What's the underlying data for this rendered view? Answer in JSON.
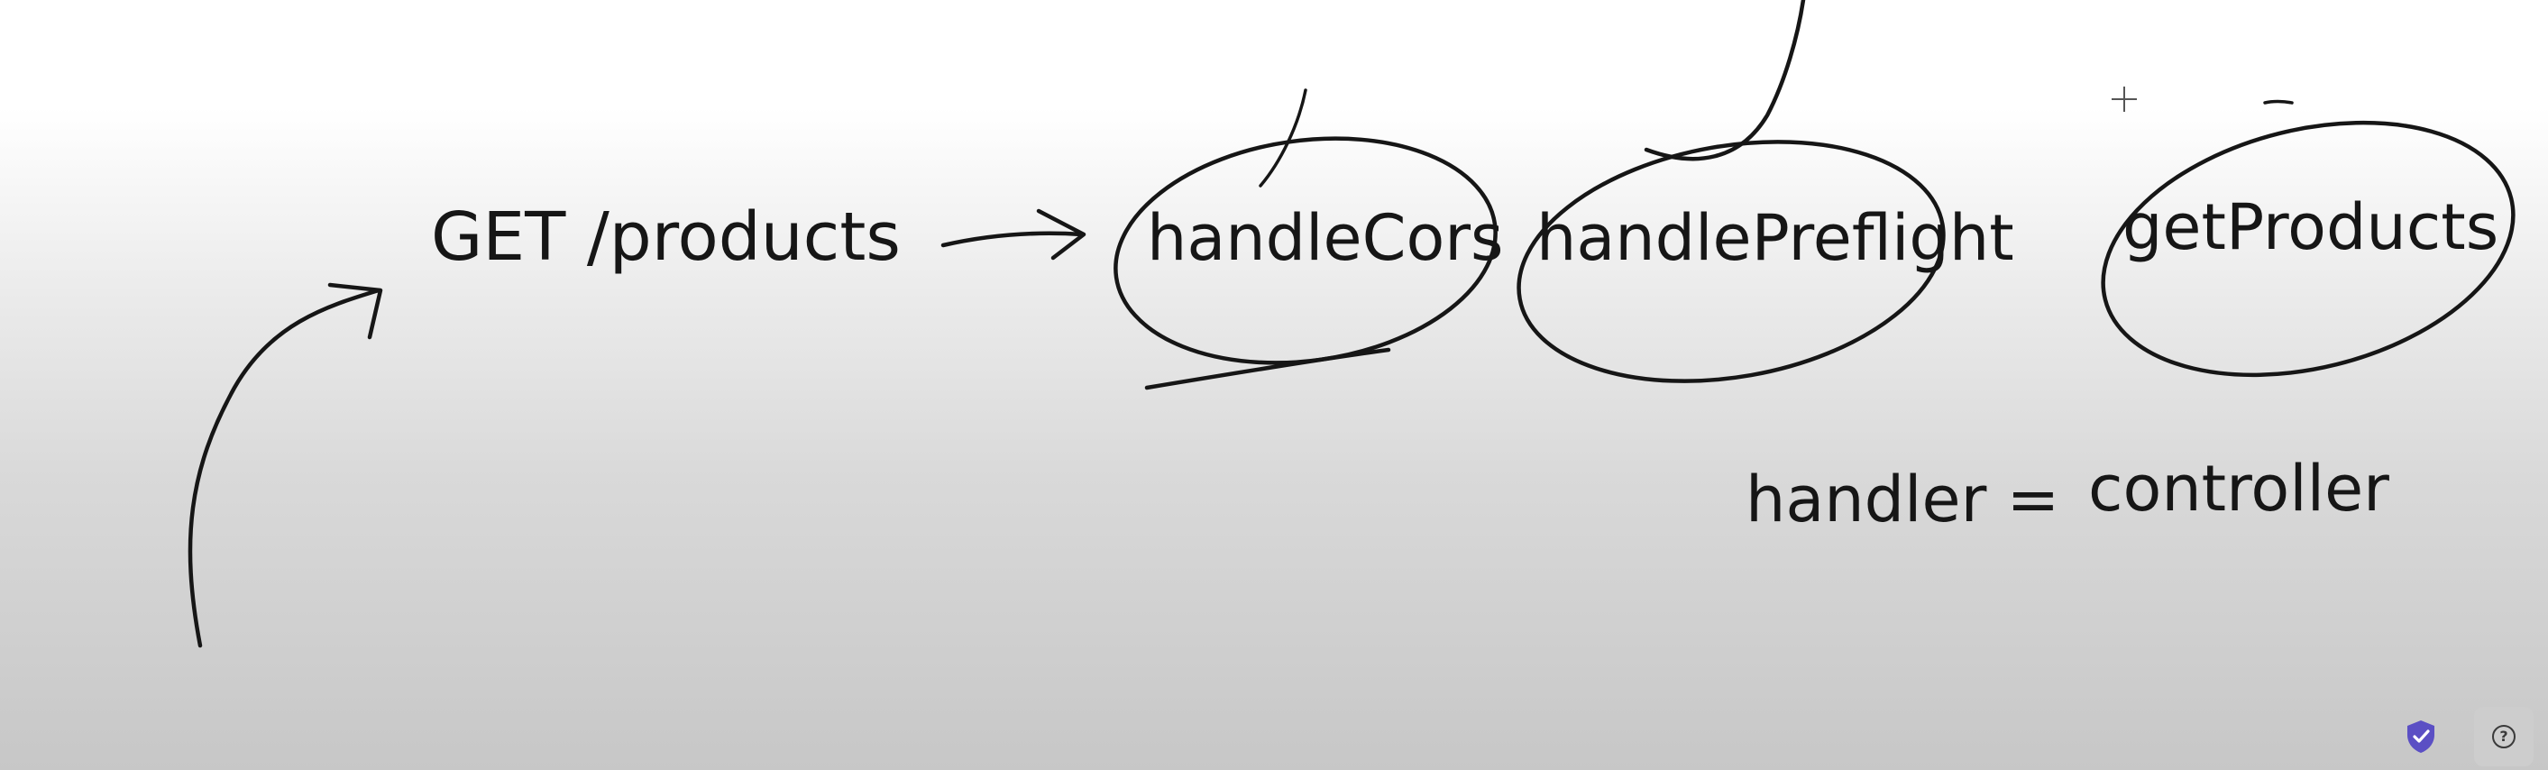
{
  "canvas": {
    "texts": {
      "request": "GET /products",
      "handler_cors": "handleCors",
      "handler_preflight": "handlePreflight",
      "handler_products": "getProducts",
      "equation_left": "handler =",
      "equation_right": "controller"
    }
  },
  "toolbar": {
    "shield_icon": "shield-check-icon",
    "help_icon": "help-icon",
    "help_glyph": "?"
  },
  "colors": {
    "ink": "#161616",
    "shield": "#5b4fc4"
  }
}
